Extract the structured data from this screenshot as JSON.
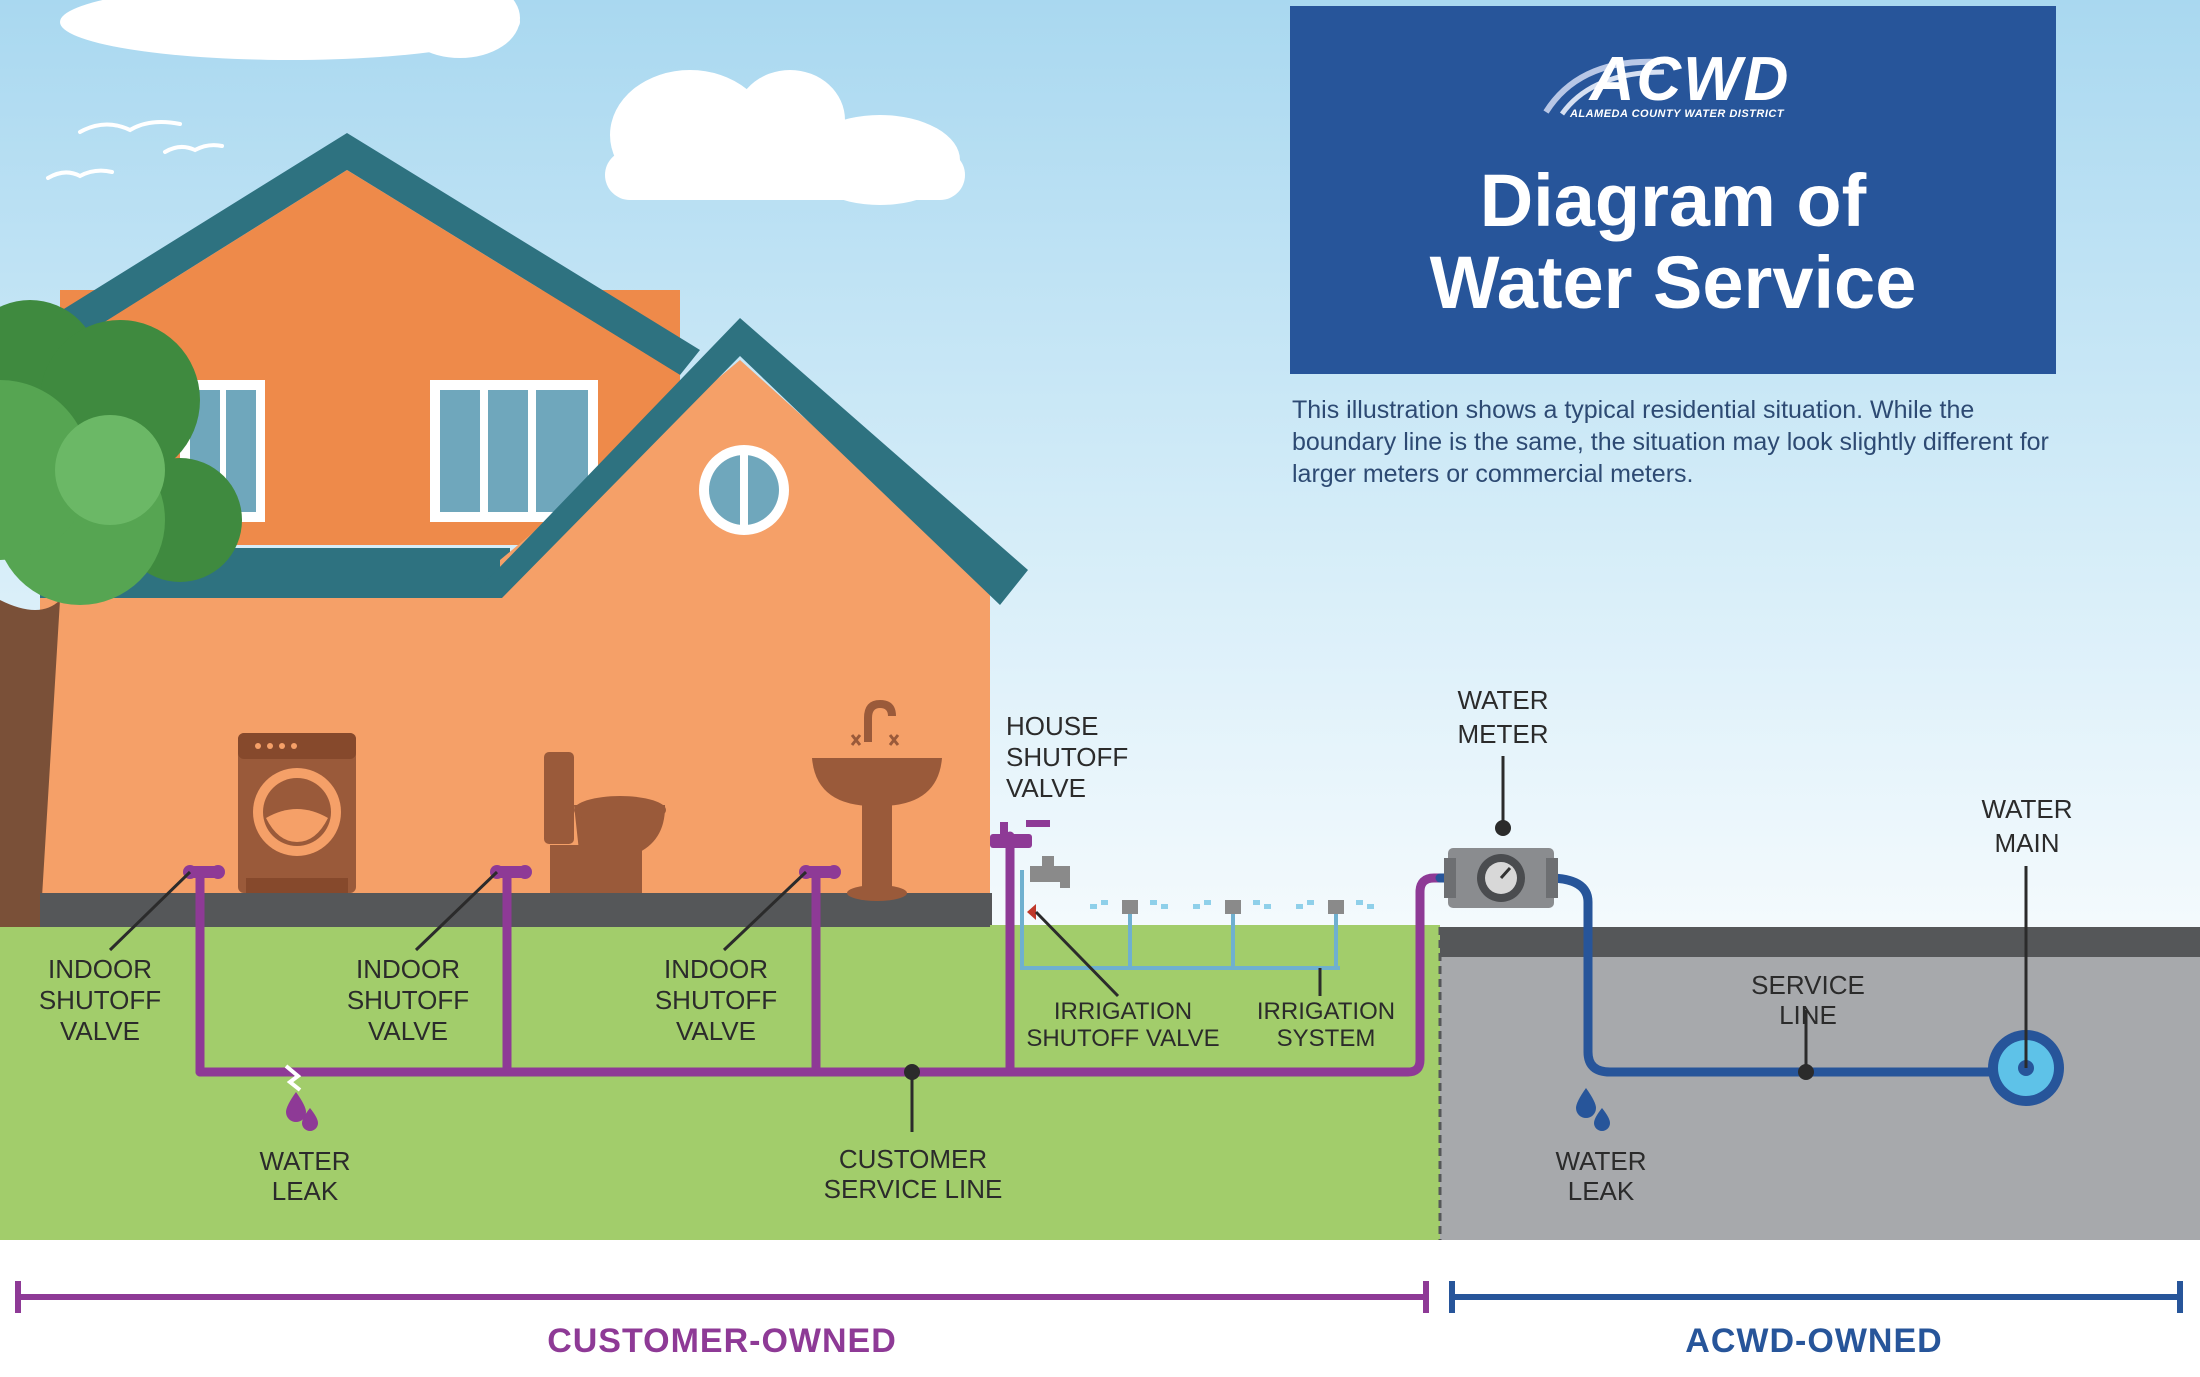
{
  "logo": {
    "text": "ACWD",
    "subtext": "Alameda County Water District"
  },
  "title": "Diagram of\nWater Service",
  "description": "This illustration shows a typical residential situation. While the boundary line is the same, the situation may look slightly different for larger meters or commercial meters.",
  "labels": {
    "indoor_shutoff_valve_1": "INDOOR\nSHUTOFF\nVALVE",
    "indoor_shutoff_valve_2": "INDOOR\nSHUTOFF\nVALVE",
    "indoor_shutoff_valve_3": "INDOOR\nSHUTOFF\nVALVE",
    "house_shutoff_valve": "HOUSE\nSHUTOFF\nVALVE",
    "irrigation_shutoff_valve": "IRRIGATION\nSHUTOFF VALVE",
    "irrigation_system": "IRRIGATION\nSYSTEM",
    "water_meter": "WATER\nMETER",
    "water_main": "WATER\nMAIN",
    "service_line": "SERVICE\nLINE",
    "water_leak_customer": "WATER\nLEAK",
    "water_leak_acwd": "WATER\nLEAK",
    "customer_service_line": "CUSTOMER\nSERVICE LINE"
  },
  "ownership": {
    "customer": "CUSTOMER-OWNED",
    "acwd": "ACWD-OWNED"
  },
  "colors": {
    "customer_pipe": "#8e3a96",
    "acwd_pipe": "#27559a",
    "title_box": "#27559a",
    "grass": "#a2cd6b",
    "street": "#a7a9ac",
    "house": "#f5a068",
    "roof": "#2e7280"
  }
}
